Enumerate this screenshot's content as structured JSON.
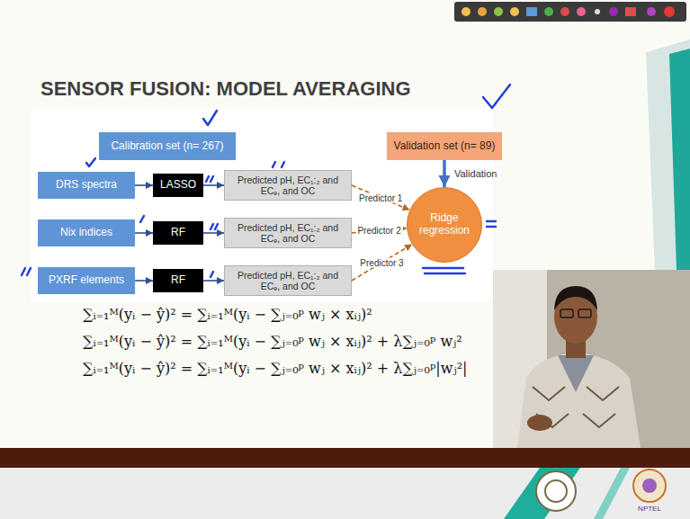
{
  "diagram": {
    "title": "SENSOR FUSION: MODEL AVERAGING",
    "nodes": [
      {
        "text": [
          "Calibration set (n= 267)"
        ]
      },
      {
        "text": [
          "Validation set (n= 89)"
        ]
      },
      {
        "text": [
          "DRS spectra"
        ]
      },
      {
        "text": [
          "LASSO"
        ]
      },
      {
        "text": [
          "Predicted pH, EC₁:₂ and ECₑ, and OC"
        ]
      },
      {
        "text": [
          "Nix indices"
        ]
      },
      {
        "text": [
          "RF"
        ]
      },
      {
        "text": [
          "Predicted pH, EC₁:₂ and ECₑ, and OC"
        ]
      },
      {
        "text": [
          "PXRF elements"
        ]
      },
      {
        "text": [
          "RF"
        ]
      },
      {
        "text": [
          "Predicted pH, EC₁:₂ and ECₑ, and OC"
        ]
      },
      {
        "text": [
          "Ridge regression"
        ]
      }
    ],
    "edges": [
      {
        "from": 2,
        "to": 3,
        "arrow": "to"
      },
      {
        "from": 3,
        "to": 4,
        "arrow": "to"
      },
      {
        "from": 5,
        "to": 6,
        "arrow": "to"
      },
      {
        "from": 6,
        "to": 7,
        "arrow": "to"
      },
      {
        "from": 8,
        "to": 9,
        "arrow": "to"
      },
      {
        "from": 9,
        "to": 10,
        "arrow": "to"
      },
      {
        "from": 4,
        "to": 11,
        "arrow": "to",
        "label": "Predictor 1"
      },
      {
        "from": 7,
        "to": 11,
        "arrow": "to",
        "label": "Predictor 2"
      },
      {
        "from": 10,
        "to": 11,
        "arrow": "to",
        "label": "Predictor 3"
      },
      {
        "from": 1,
        "to": 11,
        "arrow": "to",
        "label": "Validation"
      }
    ],
    "labels": [
      "∑ᵢ₌₁ᴹ(yᵢ − ŷ)² = ∑ᵢ₌₁ᴹ(yᵢ − ∑ⱼ₌₀ᵖ wⱼ × xᵢⱼ)²",
      "∑ᵢ₌₁ᴹ(yᵢ − ŷ)² = ∑ᵢ₌₁ᴹ(yᵢ − ∑ⱼ₌₀ᵖ wⱼ × xᵢⱼ)² + λ∑ⱼ₌₀ᵖ wⱼ²",
      "∑ᵢ₌₁ᴹ(yᵢ − ŷ)² = ∑ᵢ₌₁ᴹ(yᵢ − ∑ⱼ₌₀ᵖ wⱼ × xᵢⱼ)² + λ∑ⱼ₌₀ᵖ|wⱼ²|",
      "NPTEL"
    ]
  }
}
